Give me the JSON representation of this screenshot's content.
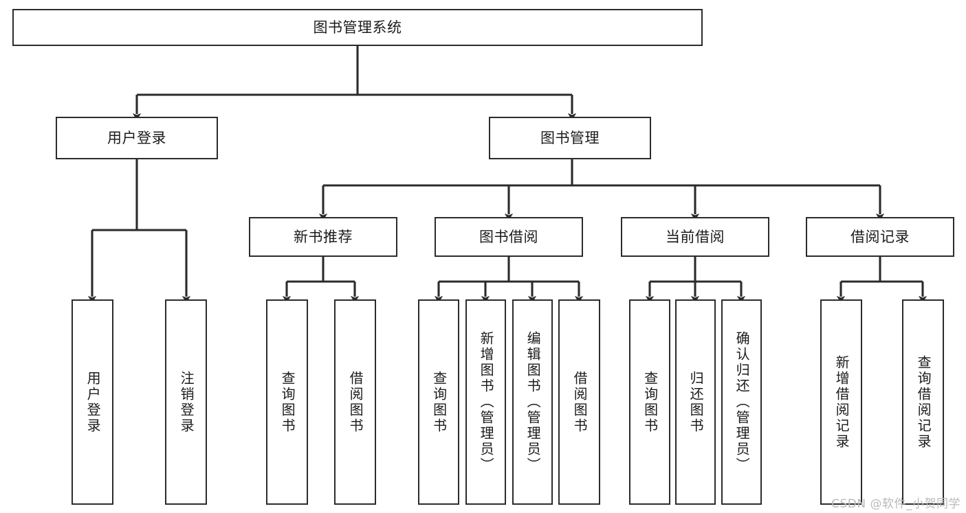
{
  "diagram": {
    "title": "图书管理系统",
    "type": "tree-hierarchy-chart",
    "watermark": "CSDN @软件_小贺同学",
    "colors": {
      "stroke": "#2b2b2b",
      "fill": "#ffffff",
      "text": "#1b1b1b",
      "watermark": "#b9b9b9"
    },
    "nodes": {
      "root": {
        "label": "图书管理系统"
      },
      "level2": [
        {
          "id": "user-login",
          "label": "用户登录"
        },
        {
          "id": "book-management",
          "label": "图书管理"
        }
      ],
      "level3": [
        {
          "id": "new-book-recommend",
          "label": "新书推荐"
        },
        {
          "id": "book-borrow",
          "label": "图书借阅"
        },
        {
          "id": "current-borrow",
          "label": "当前借阅"
        },
        {
          "id": "borrow-record",
          "label": "借阅记录"
        }
      ],
      "leaves": {
        "user_login": [
          {
            "id": "leaf-user-login",
            "label": "用户登录"
          },
          {
            "id": "leaf-logout",
            "label": "注销登录"
          }
        ],
        "new_book_recommend": [
          {
            "id": "leaf-query-book-1",
            "label": "查询图书"
          },
          {
            "id": "leaf-borrow-book-1",
            "label": "借阅图书"
          }
        ],
        "book_borrow": [
          {
            "id": "leaf-query-book-2",
            "label": "查询图书"
          },
          {
            "id": "leaf-add-book",
            "label": "新增图书（管理员）"
          },
          {
            "id": "leaf-edit-book",
            "label": "编辑图书（管理员）"
          },
          {
            "id": "leaf-borrow-book-2",
            "label": "借阅图书"
          }
        ],
        "current_borrow": [
          {
            "id": "leaf-query-book-3",
            "label": "查询图书"
          },
          {
            "id": "leaf-return-book",
            "label": "归还图书"
          },
          {
            "id": "leaf-confirm-return",
            "label": "确认归还（管理员）"
          }
        ],
        "borrow_record": [
          {
            "id": "leaf-add-record",
            "label": "新增借阅记录"
          },
          {
            "id": "leaf-query-record",
            "label": "查询借阅记录"
          }
        ]
      }
    }
  }
}
